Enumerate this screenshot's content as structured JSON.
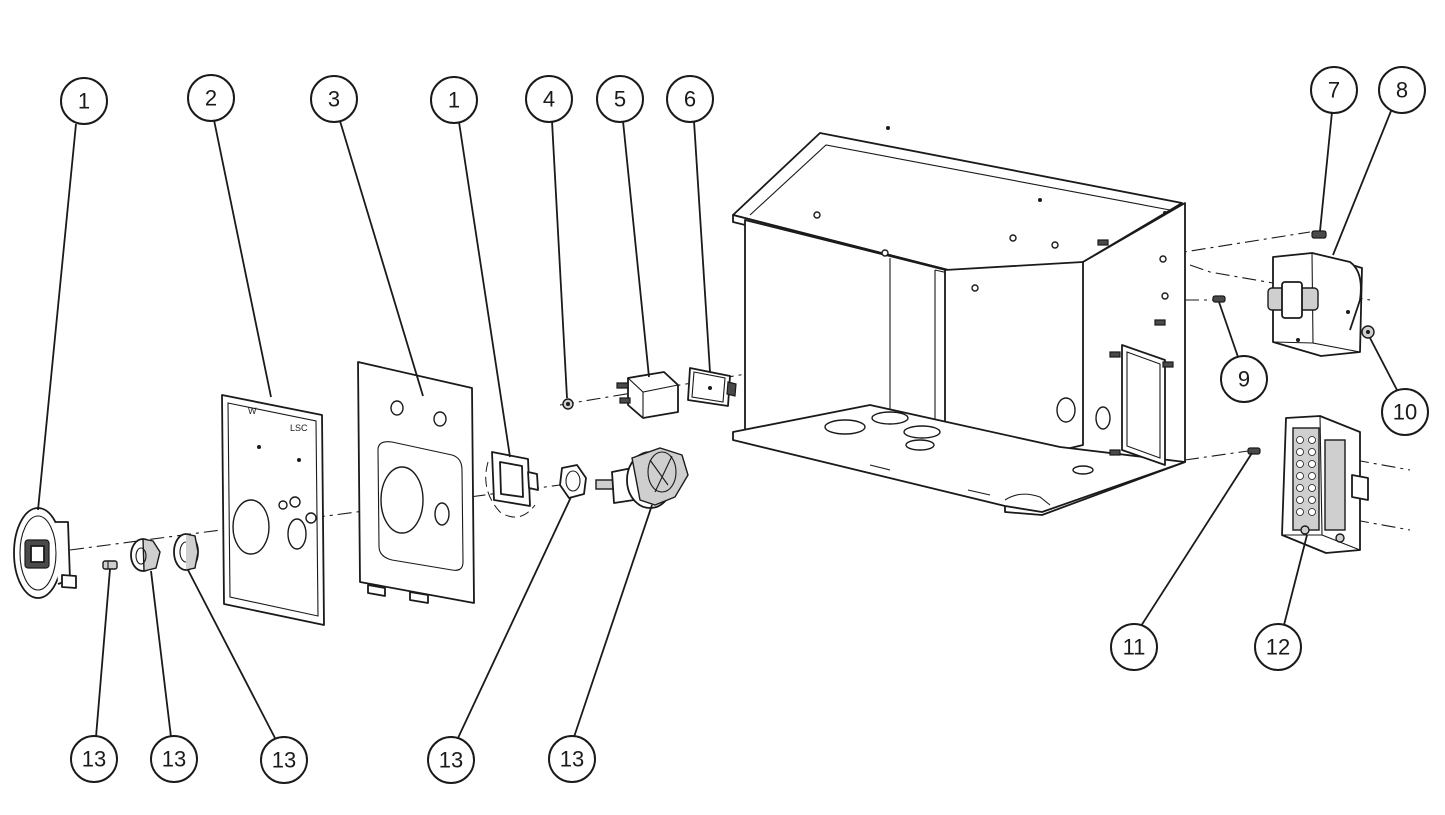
{
  "diagram": {
    "balloons": [
      {
        "id": "b1a",
        "label": "1"
      },
      {
        "id": "b2",
        "label": "2"
      },
      {
        "id": "b3",
        "label": "3"
      },
      {
        "id": "b1b",
        "label": "1"
      },
      {
        "id": "b4",
        "label": "4"
      },
      {
        "id": "b5",
        "label": "5"
      },
      {
        "id": "b6",
        "label": "6"
      },
      {
        "id": "b7",
        "label": "7"
      },
      {
        "id": "b8",
        "label": "8"
      },
      {
        "id": "b9",
        "label": "9"
      },
      {
        "id": "b10",
        "label": "10"
      },
      {
        "id": "b11",
        "label": "11"
      },
      {
        "id": "b12",
        "label": "12"
      },
      {
        "id": "b13a",
        "label": "13"
      },
      {
        "id": "b13b",
        "label": "13"
      },
      {
        "id": "b13c",
        "label": "13"
      },
      {
        "id": "b13d",
        "label": "13"
      },
      {
        "id": "b13e",
        "label": "13"
      }
    ],
    "plate_markings": {
      "left": "W",
      "right": "LSC"
    }
  }
}
